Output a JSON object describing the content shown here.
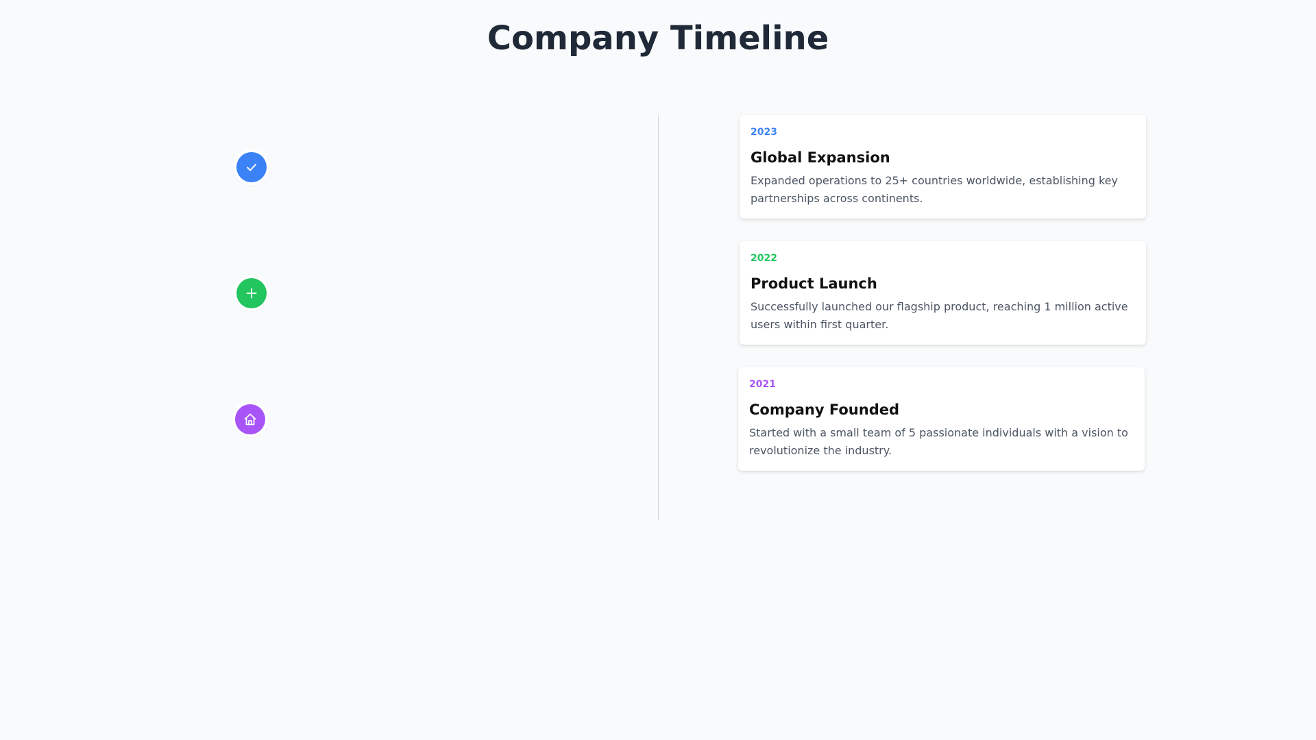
{
  "page": {
    "title": "Company Timeline"
  },
  "colors": {
    "background": "#f9fafb",
    "axis": "#d1d5db",
    "title": "#1f2937"
  },
  "events": [
    {
      "year": "2023",
      "title": "Global Expansion",
      "description": "Expanded operations to 25+ countries worldwide, establishing key partnerships across continents.",
      "icon": "check-icon",
      "color": "#3b82f6"
    },
    {
      "year": "2022",
      "title": "Product Launch",
      "description": "Successfully launched our flagship product, reaching 1 million active users within first quarter.",
      "icon": "plus-icon",
      "color": "#22c55e"
    },
    {
      "year": "2021",
      "title": "Company Founded",
      "description": "Started with a small team of 5 passionate individuals with a vision to revolutionize the industry.",
      "icon": "home-icon",
      "color": "#a855f7"
    }
  ]
}
